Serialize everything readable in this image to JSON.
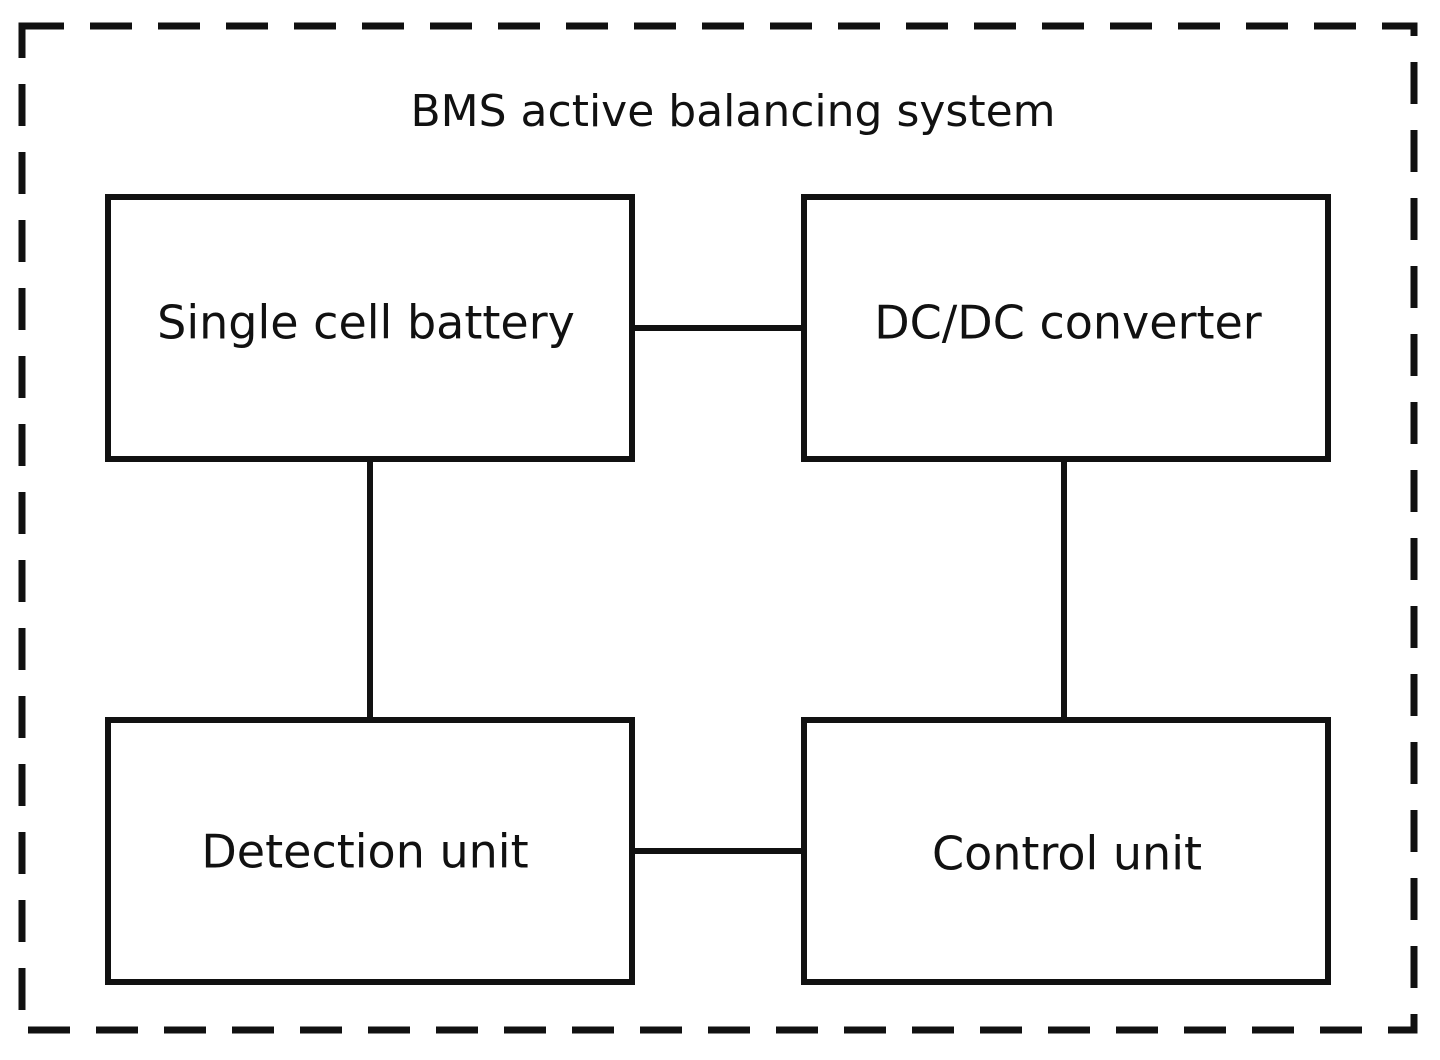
{
  "diagram": {
    "title": "BMS active balancing system",
    "nodes": {
      "single_cell_battery": "Single cell battery",
      "dcdc_converter": "DC/DC converter",
      "detection_unit": "Detection unit",
      "control_unit": "Control unit"
    },
    "edges": [
      [
        "Single cell battery",
        "DC/DC converter"
      ],
      [
        "Single cell battery",
        "Detection unit"
      ],
      [
        "DC/DC converter",
        "Control unit"
      ],
      [
        "Detection unit",
        "Control unit"
      ]
    ]
  }
}
